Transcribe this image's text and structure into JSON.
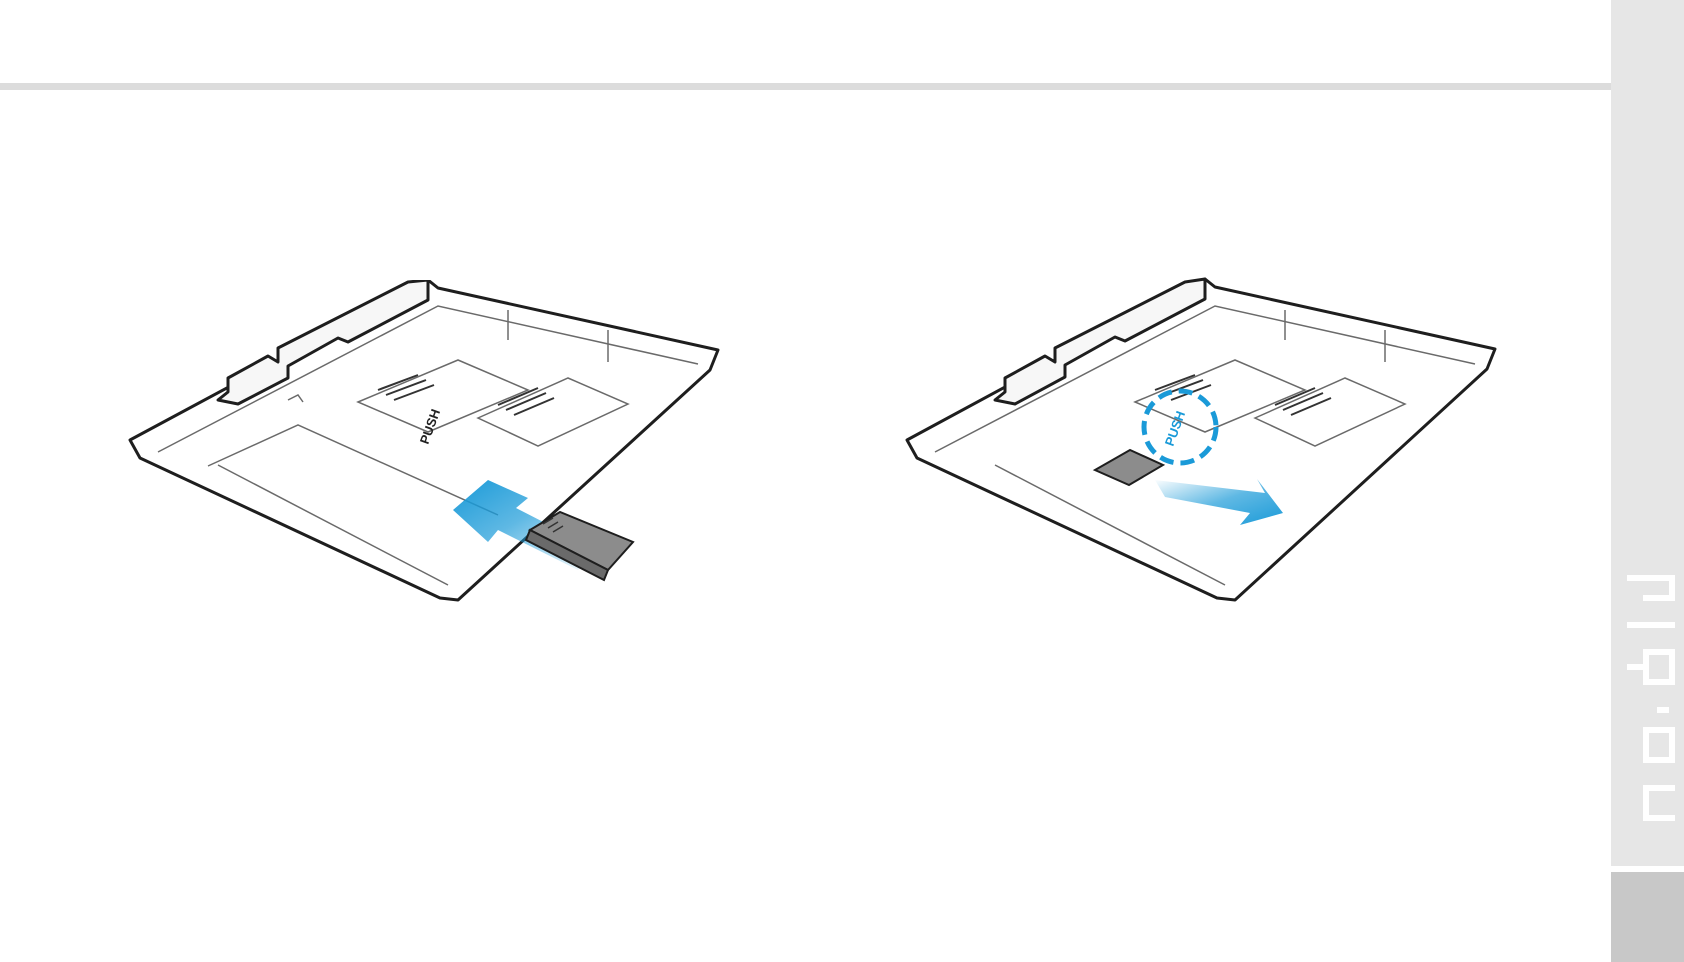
{
  "page": {
    "background": "#ffffff",
    "rule_color": "#dcdcdc",
    "side_strip_color": "#e6e6e6",
    "side_tab_color": "#c8c8c8"
  },
  "brand": {
    "logo_text": "pidion",
    "logo_color": "#ffffff"
  },
  "figures": {
    "insert": {
      "push_label": "PUSH",
      "card_color": "#8c8c8c",
      "arrow_color": "#1a9ad8",
      "arrow_direction": "into-slot"
    },
    "eject": {
      "push_label": "PUSH",
      "card_color": "#8c8c8c",
      "arrow_color": "#1a9ad8",
      "arrow_direction": "out-of-slot",
      "highlight": "dashed-circle"
    }
  }
}
